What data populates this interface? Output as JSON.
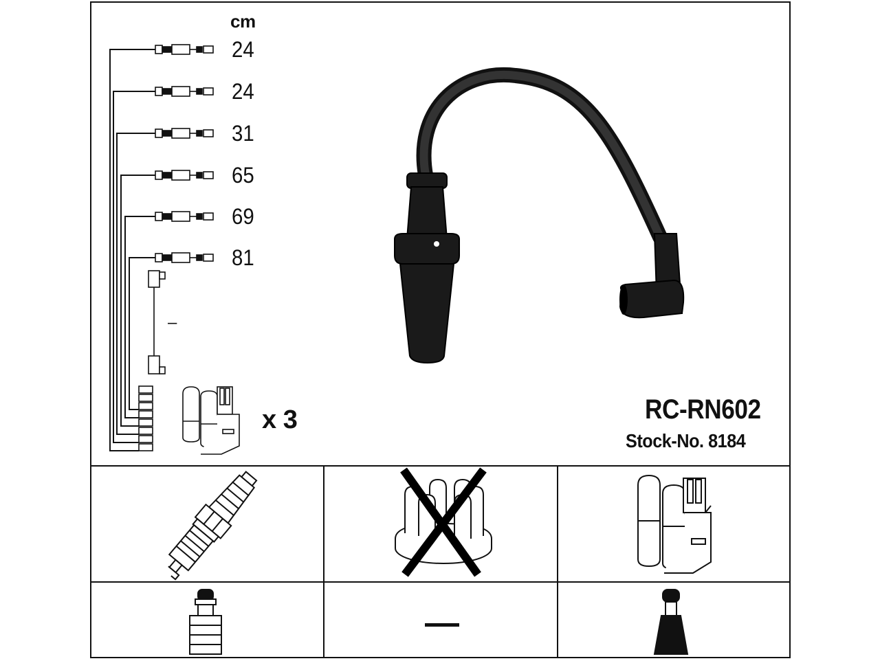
{
  "unit_label": "cm",
  "lengths": [
    "24",
    "24",
    "31",
    "65",
    "69",
    "81"
  ],
  "single_lead_value": "–",
  "multiplier": "x 3",
  "product": {
    "code": "RC-RN602",
    "stock": "Stock-No. 8184"
  },
  "bottom_middle_value": "—",
  "colors": {
    "line": "#111111",
    "cable": "#1a1a1a",
    "background": "#ffffff"
  }
}
